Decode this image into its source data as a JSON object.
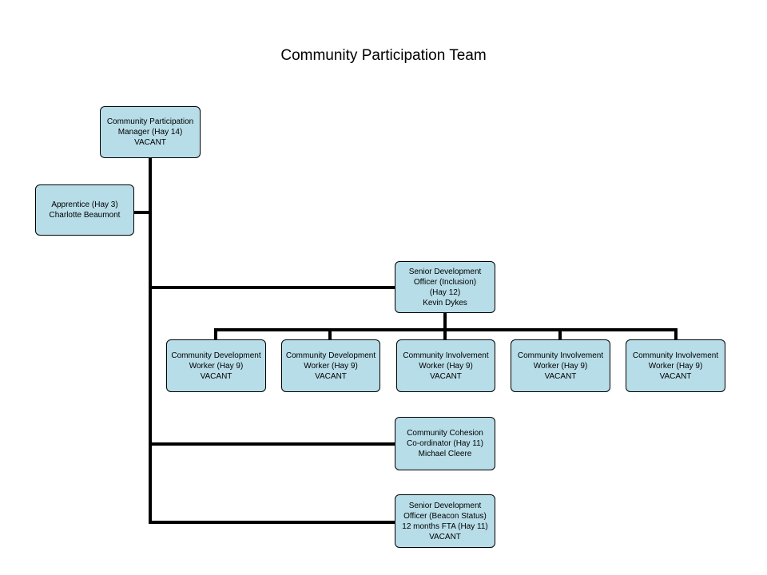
{
  "title": "Community Participation Team",
  "colors": {
    "box_fill": "#b7dde8",
    "line": "#000000"
  },
  "org_chart": {
    "manager": {
      "lines": [
        "Community Participation",
        "Manager (Hay 14)",
        "VACANT"
      ]
    },
    "apprentice": {
      "lines": [
        "Apprentice (Hay 3)",
        "Charlotte Beaumont"
      ]
    },
    "senior_dev_inclusion": {
      "lines": [
        "Senior Development",
        "Officer (Inclusion)",
        "(Hay 12)",
        "Kevin Dykes"
      ]
    },
    "workers": [
      {
        "lines": [
          "Community Development",
          "Worker (Hay 9)",
          "VACANT"
        ]
      },
      {
        "lines": [
          "Community Development",
          "Worker (Hay 9)",
          "VACANT"
        ]
      },
      {
        "lines": [
          "Community Involvement",
          "Worker (Hay 9)",
          "VACANT"
        ]
      },
      {
        "lines": [
          "Community Involvement",
          "Worker (Hay 9)",
          "VACANT"
        ]
      },
      {
        "lines": [
          "Community Involvement",
          "Worker (Hay 9)",
          "VACANT"
        ]
      }
    ],
    "cohesion_coordinator": {
      "lines": [
        "Community Cohesion",
        "Co-ordinator (Hay 11)",
        "Michael Cleere"
      ]
    },
    "senior_dev_beacon": {
      "lines": [
        "Senior Development",
        "Officer (Beacon Status)",
        "12 months FTA (Hay 11)",
        "VACANT"
      ]
    }
  }
}
